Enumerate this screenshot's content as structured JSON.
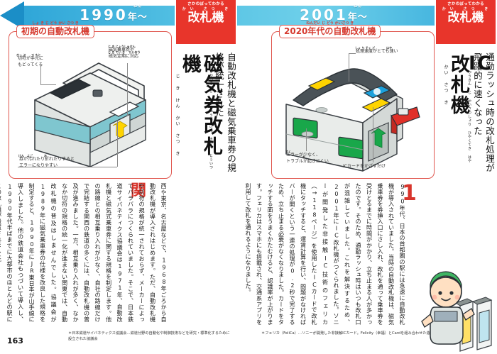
{
  "header": {
    "era_left": {
      "number": "1990",
      "suffix": "年～",
      "ruby": "ねん"
    },
    "era_right": {
      "number": "2001",
      "suffix": "年～",
      "ruby": "ねん"
    },
    "label_mid": "ちょっと前",
    "label_mid_ruby": "まえ",
    "label_right": "最新",
    "label_right_ruby": "さいしん"
  },
  "tabs": {
    "mid": {
      "kicker": "さかのぼってわかる",
      "title": "改札機",
      "ruby": "かい さつ き"
    },
    "right": {
      "kicker": "さかのぼってわかる",
      "title": "改札機",
      "ruby": "かい さつ き"
    }
  },
  "panel_left": {
    "caption": "初期の自動改札機",
    "caption_ruby": "しょ き  じ どう かい さつ き",
    "annotations": [
      {
        "text_line1": "切符が手元に",
        "text_line2": "もどってくる",
        "ruby": "きっぷ  てもと"
      },
      {
        "text_line1": "磁気乗車券や",
        "text_line2": "磁気定期に対応",
        "ruby": "じきじょうしゃけん / じきていき たいおう"
      },
      {
        "text_line1": "券が汚れたり折れたりすると",
        "text_line2": "エラーになりやすい",
        "ruby": "けん  よご      お"
      }
    ]
  },
  "panel_right": {
    "caption": "2020年代の自動改札機",
    "caption_ruby": "ねんだい  じ どう かいさつ き",
    "annotations": [
      {
        "text_line1": "処理速度がとても速い",
        "text_line2": "",
        "ruby": "しょりそくど     はや"
      },
      {
        "text_line1": "エラーが少なく、",
        "text_line2": "トラブルが起きにくい",
        "ruby": "すく     お"
      },
      {
        "text_line1": "ICカードをかざすだけ",
        "text_line2": "",
        "ruby": ""
      }
    ]
  },
  "title_left": {
    "main": "磁気券改札機",
    "main_ruby": "じ き けん かい さつ き",
    "sub": "自動改札機と磁気乗車券の規格が統一された",
    "sub_ruby": "じどうかいさつき  じきじょうしゃけん  きかく  とういつ"
  },
  "title_right": {
    "main_latin": "IC",
    "main": "改札機",
    "main_ruby": "かい さつ き",
    "sub": "通勤ラッシュ時の改札処理が飛躍的に速くなった",
    "sub_ruby": "つうきん  じ  かいさつしょり  ひやくてき  はや"
  },
  "body_left": {
    "dropcap": "関",
    "text": "西や東京、名古屋などで、1968年ごろから自動改札機が導入されはじめます。ただ、自動改札機や切符の規格が統一されておらず、メーカーによってバラバラにつくられていました。そこで、日本鉄道サイバネティクス協議会は1971年、自動改札機と磁気式乗車券に関する規格を制定します。他の路線との相互乗り入れが少なく、自社の路線だけで完結する関西の鉄道の多くには、自動改札機の普及が進みました。一方、相互乗り入れが多く、なかなか切符の規格の統一化が進まない関東では、自動改札機の普及はしませんでした。協議会が1989年に磁気乗車券の仕様を改良した規格を制定すると、1990年にJR東日本が山手線に導入しました。他の鉄道会社もつづいて導入し、1990年代半ばまでに大都市のほとんどの駅にこの改札機が設置されました。"
  },
  "body_right": {
    "dropcap": "1",
    "text": "990年代、日本の首都圏の駅には急速に自動改札機が導入されていました。当時の自動改札機は、磁気乗車券を券挿入口にさし入れ、改札を通って乗車券を受けとるまでに時間がかかり、立ち止まる人が多かったのです。そのため、通勤ラッシュ時はいつも改札口が混雑していました。これを解決するため、2001年にIC改札機がつくられました。ソニーが開発した非接触IC技術のフェリカ（→118ページ）を使用したICカードで改札機にタッチすると、運賃計算を行い、問題がなければバーが開くという一連の処理が0.2秒で完了するため、立ち止まる必要がなくなりました。カードをタッチする面をうまくかたむけると、認識率が上がります。フェリカはスマホにも搭載され、交通系アプリを利用して改札を通れるようになりました。"
  },
  "footnotes": {
    "left": "＊日本鉄道サイバネティクス協議会…鉄道分野の自動化や制御技術などを研究・標準化するために設立された協議会",
    "right": "＊フェリカ（FeliCa）…ソニーが開発した非接触ICカード。Felicity（幸福）とCardを組み合わせた造語"
  },
  "page_number": "163",
  "colors": {
    "accent_red": "#e8352b",
    "band_blue": "#57c3e4",
    "arrow_blue": "#1b8ec7",
    "panel_border": "#e0564e",
    "gate_teal": "#7fc6cf",
    "gate_green": "#1aa84a",
    "gate_yellow": "#ffd400"
  }
}
